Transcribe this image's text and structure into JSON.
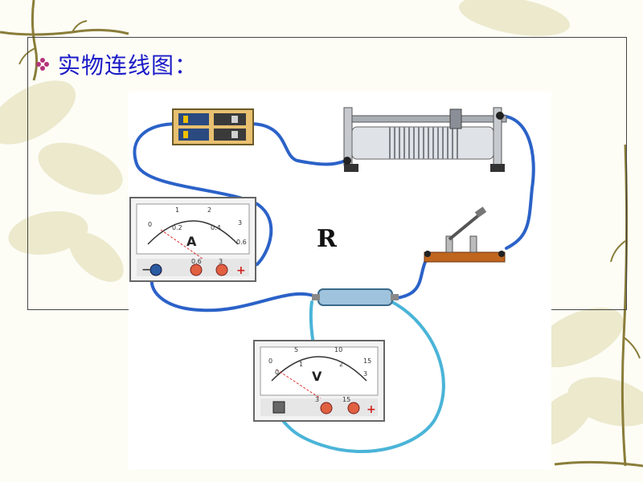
{
  "title": "实物连线图：",
  "resistor_label": "R",
  "ammeter": {
    "symbol": "A",
    "upper_scale": [
      "1",
      "2",
      "3"
    ],
    "lower_scale": [
      "0",
      "0.2",
      "0.4",
      "0.6"
    ],
    "terminal_labels": [
      "−",
      "0.6",
      "3",
      "+"
    ]
  },
  "voltmeter": {
    "symbol": "V",
    "upper_scale": [
      "0",
      "5",
      "10",
      "15"
    ],
    "lower_scale": [
      "0",
      "1",
      "2",
      "3"
    ],
    "terminal_labels": [
      "3",
      "15",
      "+"
    ]
  },
  "colors": {
    "title": "#1b1bc8",
    "wire_dark": "#2b62c8",
    "wire_light": "#4ab4d8",
    "frame": "#444444"
  }
}
